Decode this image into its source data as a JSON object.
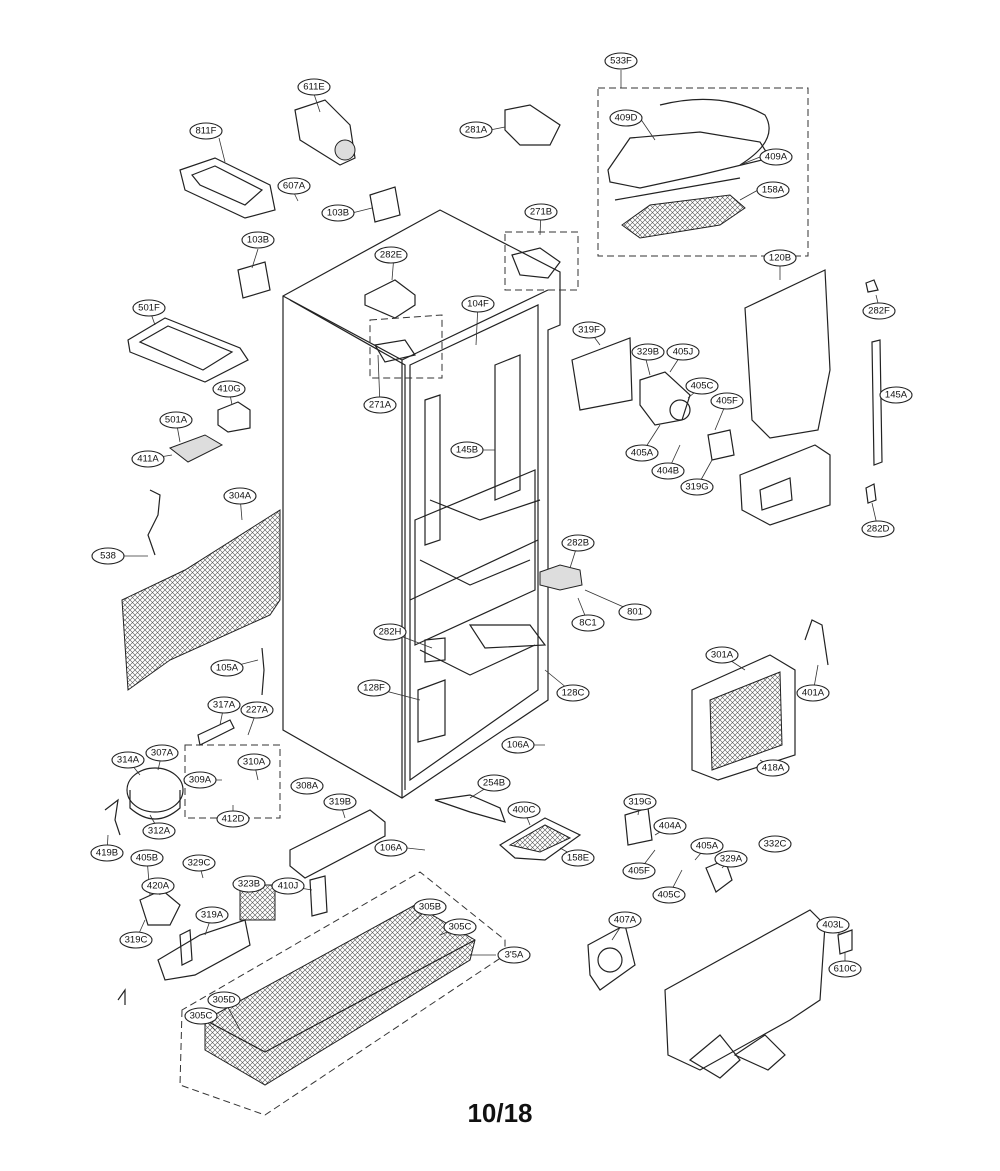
{
  "page_number": "10/18",
  "callouts": [
    {
      "id": "611E",
      "label": "611E"
    },
    {
      "id": "811F",
      "label": "811F"
    },
    {
      "id": "607A",
      "label": "607A"
    },
    {
      "id": "103B-top",
      "label": "103B"
    },
    {
      "id": "103B-left",
      "label": "103B"
    },
    {
      "id": "281A",
      "label": "281A"
    },
    {
      "id": "533F",
      "label": "533F"
    },
    {
      "id": "409D",
      "label": "409D"
    },
    {
      "id": "409A",
      "label": "409A"
    },
    {
      "id": "158A",
      "label": "158A"
    },
    {
      "id": "271B",
      "label": "271B"
    },
    {
      "id": "282E",
      "label": "282E"
    },
    {
      "id": "120B",
      "label": "120B"
    },
    {
      "id": "282F",
      "label": "282F"
    },
    {
      "id": "501F",
      "label": "501F"
    },
    {
      "id": "104F",
      "label": "104F"
    },
    {
      "id": "319F",
      "label": "319F"
    },
    {
      "id": "329B",
      "label": "329B"
    },
    {
      "id": "405J",
      "label": "405J"
    },
    {
      "id": "405C-top",
      "label": "405C"
    },
    {
      "id": "405F-top",
      "label": "405F"
    },
    {
      "id": "145A",
      "label": "145A"
    },
    {
      "id": "410G",
      "label": "410G"
    },
    {
      "id": "271A",
      "label": "271A"
    },
    {
      "id": "501A",
      "label": "501A"
    },
    {
      "id": "405A-top",
      "label": "405A"
    },
    {
      "id": "404B",
      "label": "404B"
    },
    {
      "id": "145B",
      "label": "145B"
    },
    {
      "id": "411A",
      "label": "411A"
    },
    {
      "id": "319G-top",
      "label": "319G"
    },
    {
      "id": "304A",
      "label": "304A"
    },
    {
      "id": "282D",
      "label": "282D"
    },
    {
      "id": "538",
      "label": "538"
    },
    {
      "id": "282B",
      "label": "282B"
    },
    {
      "id": "801",
      "label": "801"
    },
    {
      "id": "8C1",
      "label": "8C1"
    },
    {
      "id": "282H",
      "label": "282H"
    },
    {
      "id": "301A",
      "label": "301A"
    },
    {
      "id": "105A",
      "label": "105A"
    },
    {
      "id": "401A",
      "label": "401A"
    },
    {
      "id": "128F",
      "label": "128F"
    },
    {
      "id": "128C",
      "label": "128C"
    },
    {
      "id": "317A",
      "label": "317A"
    },
    {
      "id": "227A",
      "label": "227A"
    },
    {
      "id": "106A",
      "label": "106A"
    },
    {
      "id": "418A",
      "label": "418A"
    },
    {
      "id": "314A",
      "label": "314A"
    },
    {
      "id": "307A",
      "label": "307A"
    },
    {
      "id": "309A",
      "label": "309A"
    },
    {
      "id": "310A",
      "label": "310A"
    },
    {
      "id": "308A",
      "label": "308A"
    },
    {
      "id": "254B",
      "label": "254B"
    },
    {
      "id": "319B",
      "label": "319B"
    },
    {
      "id": "312A",
      "label": "312A"
    },
    {
      "id": "412D",
      "label": "412D"
    },
    {
      "id": "400C",
      "label": "400C"
    },
    {
      "id": "319G-bottom",
      "label": "319G"
    },
    {
      "id": "404A",
      "label": "404A"
    },
    {
      "id": "332C",
      "label": "332C"
    },
    {
      "id": "419B",
      "label": "419B"
    },
    {
      "id": "405B",
      "label": "405B"
    },
    {
      "id": "106A-b",
      "label": "106A"
    },
    {
      "id": "158E",
      "label": "158E"
    },
    {
      "id": "405A-bottom",
      "label": "405A"
    },
    {
      "id": "329C",
      "label": "329C"
    },
    {
      "id": "405F-bottom",
      "label": "405F"
    },
    {
      "id": "329A",
      "label": "329A"
    },
    {
      "id": "420A",
      "label": "420A"
    },
    {
      "id": "323B",
      "label": "323B"
    },
    {
      "id": "410J",
      "label": "410J"
    },
    {
      "id": "405C-bottom",
      "label": "405C"
    },
    {
      "id": "319A",
      "label": "319A"
    },
    {
      "id": "305B",
      "label": "305B"
    },
    {
      "id": "305C-top",
      "label": "305C"
    },
    {
      "id": "407A",
      "label": "407A"
    },
    {
      "id": "403L",
      "label": "403L"
    },
    {
      "id": "319C",
      "label": "319C"
    },
    {
      "id": "315A",
      "label": "3'5A"
    },
    {
      "id": "610C",
      "label": "610C"
    },
    {
      "id": "305D",
      "label": "305D"
    },
    {
      "id": "305C-bottom",
      "label": "305C"
    }
  ]
}
